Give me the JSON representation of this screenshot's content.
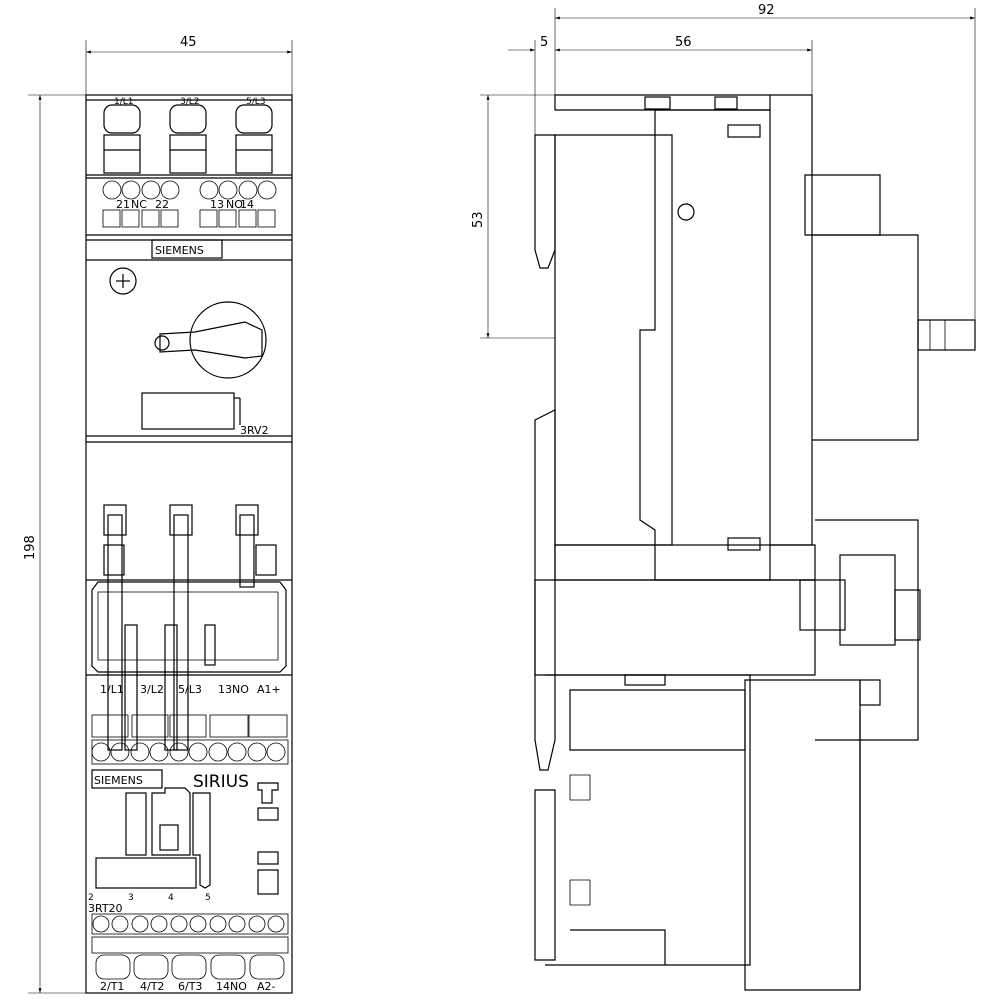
{
  "dimensions": {
    "width_front": "45",
    "height_total": "198",
    "depth_total": "92",
    "rail_offset": "5",
    "depth_upper": "56",
    "height_upper": "53"
  },
  "breaker": {
    "top_terminals": [
      "1/L1",
      "3/L2",
      "5/L3"
    ],
    "aux_nc": [
      "21",
      "NC",
      "22"
    ],
    "aux_no": [
      "13",
      "NO",
      "14"
    ],
    "brand": "SIEMENS",
    "model": "3RV2"
  },
  "contactor": {
    "top_terminals": [
      "1/L1",
      "3/L2",
      "5/L3",
      "13NO",
      "A1+"
    ],
    "brand": "SIEMENS",
    "series": "SIRIUS",
    "markers": [
      "2",
      "3",
      "4",
      "5"
    ],
    "model": "3RT20",
    "bottom_terminals": [
      "2/T1",
      "4/T2",
      "6/T3",
      "14NO",
      "A2-"
    ]
  }
}
